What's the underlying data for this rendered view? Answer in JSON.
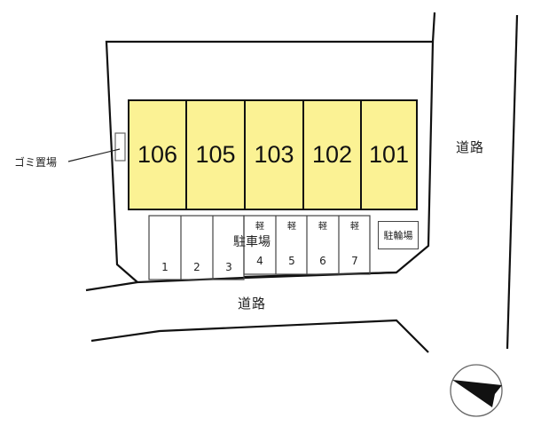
{
  "units": [
    {
      "id": "106",
      "label": "106"
    },
    {
      "id": "105",
      "label": "105"
    },
    {
      "id": "103",
      "label": "103"
    },
    {
      "id": "102",
      "label": "102"
    },
    {
      "id": "101",
      "label": "101"
    }
  ],
  "parking": {
    "label": "駐車場",
    "spaces": [
      {
        "number": "1",
        "type": ""
      },
      {
        "number": "2",
        "type": ""
      },
      {
        "number": "3",
        "type": ""
      },
      {
        "number": "4",
        "type": "軽"
      },
      {
        "number": "5",
        "type": "軽"
      },
      {
        "number": "6",
        "type": "軽"
      },
      {
        "number": "7",
        "type": "軽"
      }
    ]
  },
  "bicycle_parking": {
    "label": "駐輪場"
  },
  "garbage": {
    "label": "ゴミ置場"
  },
  "roads": {
    "east": "道路",
    "south": "道路"
  },
  "compass": {
    "icon": "north-arrow-icon"
  },
  "colors": {
    "unit_fill": "#fbf294",
    "line": "#111111"
  }
}
